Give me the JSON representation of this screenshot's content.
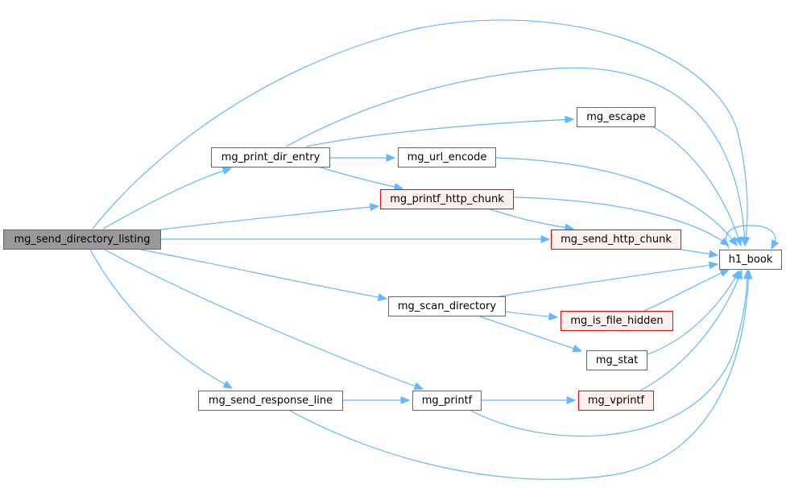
{
  "nodes": {
    "mg_send_directory_listing": {
      "label": "mg_send_directory_listing",
      "style": "root"
    },
    "mg_print_dir_entry": {
      "label": "mg_print_dir_entry",
      "style": "normal"
    },
    "mg_escape": {
      "label": "mg_escape",
      "style": "normal"
    },
    "mg_url_encode": {
      "label": "mg_url_encode",
      "style": "normal"
    },
    "mg_printf_http_chunk": {
      "label": "mg_printf_http_chunk",
      "style": "red"
    },
    "mg_send_http_chunk": {
      "label": "mg_send_http_chunk",
      "style": "red"
    },
    "h1_book": {
      "label": "h1_book",
      "style": "normal"
    },
    "mg_scan_directory": {
      "label": "mg_scan_directory",
      "style": "normal"
    },
    "mg_is_file_hidden": {
      "label": "mg_is_file_hidden",
      "style": "red"
    },
    "mg_stat": {
      "label": "mg_stat",
      "style": "normal"
    },
    "mg_send_response_line": {
      "label": "mg_send_response_line",
      "style": "normal"
    },
    "mg_printf": {
      "label": "mg_printf",
      "style": "normal"
    },
    "mg_vprintf": {
      "label": "mg_vprintf",
      "style": "red"
    }
  },
  "edges": [
    {
      "from": "mg_send_directory_listing",
      "to": "mg_print_dir_entry"
    },
    {
      "from": "mg_send_directory_listing",
      "to": "mg_printf_http_chunk"
    },
    {
      "from": "mg_send_directory_listing",
      "to": "mg_send_http_chunk"
    },
    {
      "from": "mg_send_directory_listing",
      "to": "mg_scan_directory"
    },
    {
      "from": "mg_send_directory_listing",
      "to": "mg_printf"
    },
    {
      "from": "mg_send_directory_listing",
      "to": "mg_send_response_line"
    },
    {
      "from": "mg_send_directory_listing",
      "to": "h1_book"
    },
    {
      "from": "mg_print_dir_entry",
      "to": "mg_escape"
    },
    {
      "from": "mg_print_dir_entry",
      "to": "mg_url_encode"
    },
    {
      "from": "mg_print_dir_entry",
      "to": "mg_printf_http_chunk"
    },
    {
      "from": "mg_print_dir_entry",
      "to": "h1_book"
    },
    {
      "from": "mg_escape",
      "to": "h1_book"
    },
    {
      "from": "mg_url_encode",
      "to": "h1_book"
    },
    {
      "from": "mg_printf_http_chunk",
      "to": "mg_send_http_chunk"
    },
    {
      "from": "mg_printf_http_chunk",
      "to": "h1_book"
    },
    {
      "from": "mg_send_http_chunk",
      "to": "h1_book"
    },
    {
      "from": "mg_scan_directory",
      "to": "mg_is_file_hidden"
    },
    {
      "from": "mg_scan_directory",
      "to": "mg_stat"
    },
    {
      "from": "mg_scan_directory",
      "to": "h1_book"
    },
    {
      "from": "mg_is_file_hidden",
      "to": "h1_book"
    },
    {
      "from": "mg_stat",
      "to": "h1_book"
    },
    {
      "from": "mg_send_response_line",
      "to": "mg_printf"
    },
    {
      "from": "mg_send_response_line",
      "to": "h1_book"
    },
    {
      "from": "mg_printf",
      "to": "mg_vprintf"
    },
    {
      "from": "mg_printf",
      "to": "h1_book"
    },
    {
      "from": "mg_vprintf",
      "to": "h1_book"
    },
    {
      "from": "h1_book",
      "to": "h1_book"
    }
  ],
  "colors": {
    "edge": "#63b8ff",
    "node_border": "#666666",
    "red_border": "#ff0000",
    "red_fill": "#fff0f0",
    "root_fill": "#999999"
  }
}
